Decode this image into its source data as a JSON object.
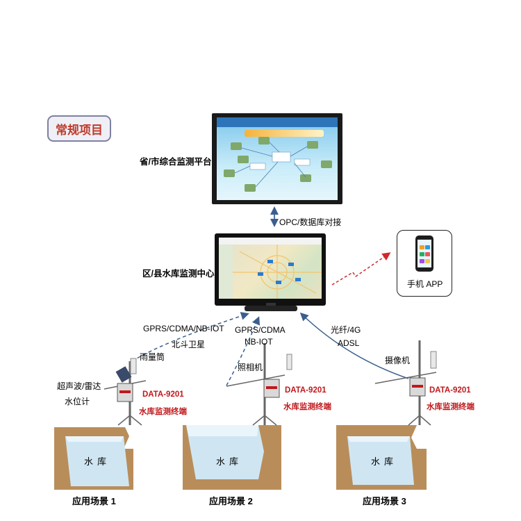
{
  "badge": {
    "label": "常规项目"
  },
  "platform": {
    "label": "省/市综合监测平台",
    "screen_title": "水文水资源实时监控与管理系统"
  },
  "link_opc": "OPC/数据库对接",
  "center": {
    "label": "区/县水库监测中心"
  },
  "app": {
    "label": "手机 APP"
  },
  "comms": {
    "left_1": "GPRS/CDMA/NB-IOT",
    "left_2": "北斗卫星",
    "mid_1": "GPRS/CDMA",
    "mid_2": "NB-IOT",
    "right_1": "光纤/4G",
    "right_2": "ADSL"
  },
  "scene1": {
    "rain_gauge": "雨量筒",
    "level_1": "超声波/雷达",
    "level_2": "水位计",
    "model": "DATA-9201",
    "terminal": "水库监测终端",
    "reservoir": "水库",
    "title": "应用场景 1"
  },
  "scene2": {
    "camera": "照相机",
    "model": "DATA-9201",
    "terminal": "水库监测终端",
    "reservoir": "水库",
    "title": "应用场景 2"
  },
  "scene3": {
    "camera": "摄像机",
    "model": "DATA-9201",
    "terminal": "水库监测终端",
    "reservoir": "水库",
    "title": "应用场景 3"
  },
  "colors": {
    "accent_red": "#c0181c",
    "badge_text": "#c0392b",
    "link_blue": "#3a5f8f",
    "soil": "#b98d5a",
    "water": "#cfe6f2"
  }
}
